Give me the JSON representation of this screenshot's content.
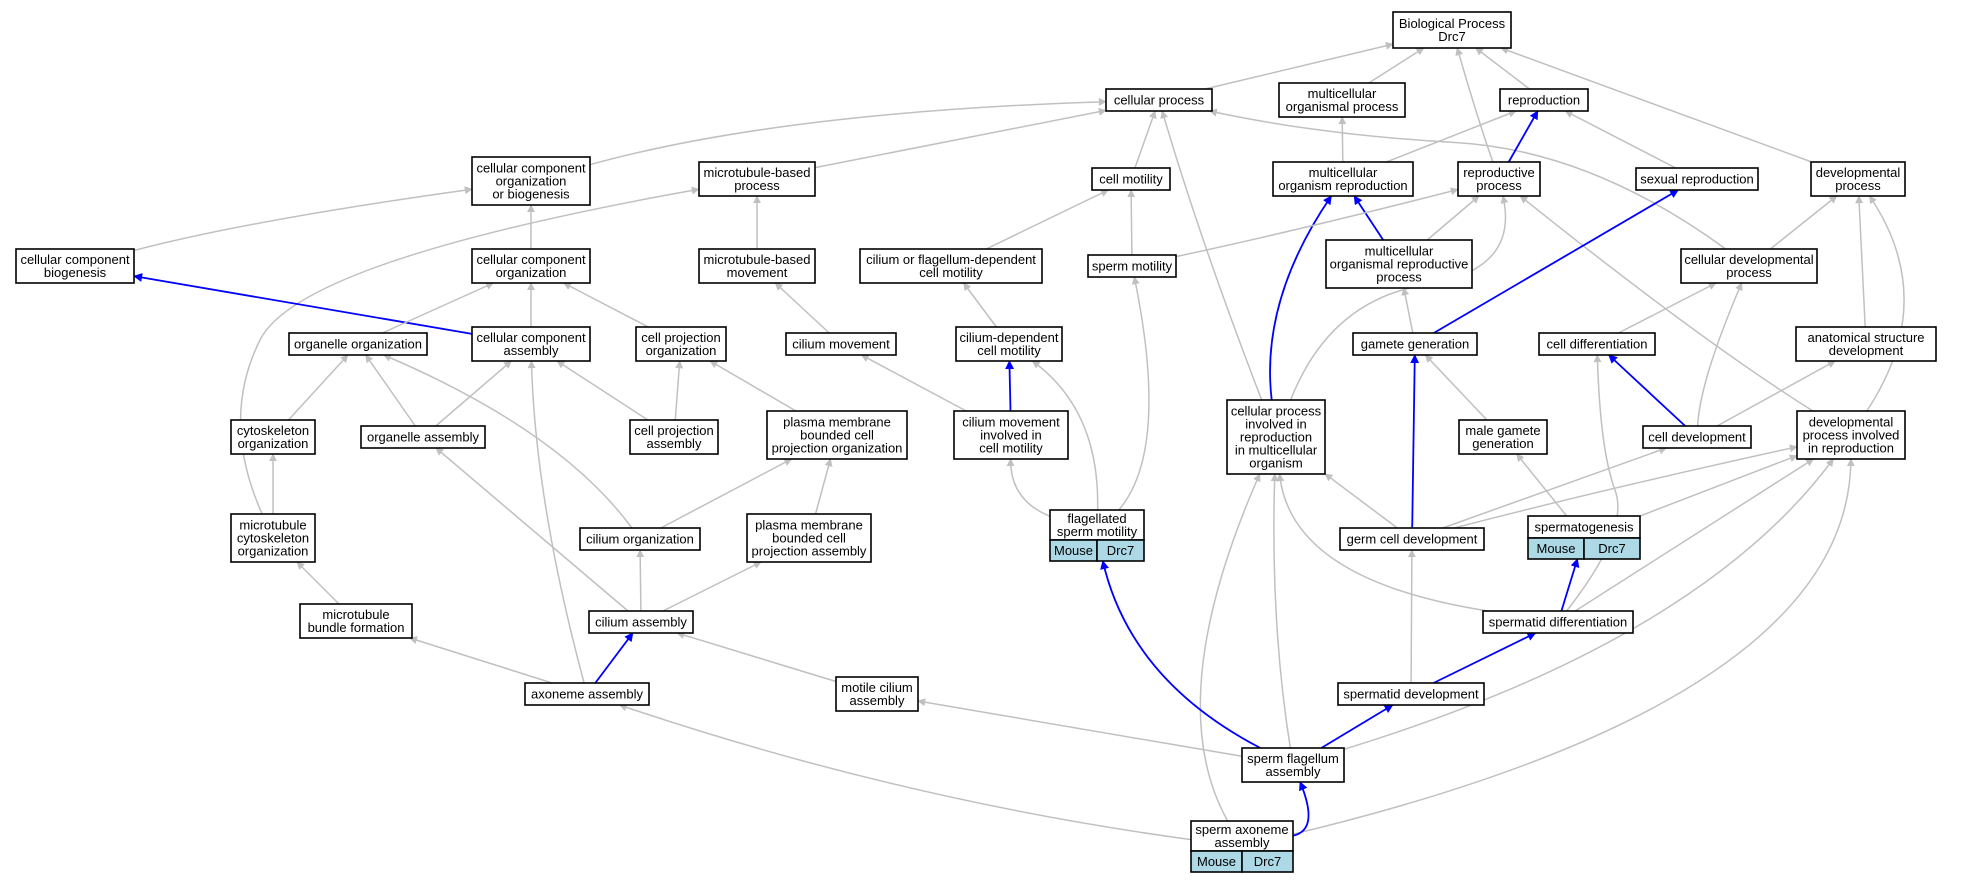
{
  "nodes": {
    "bp": [
      "Biological Process",
      "Drc7"
    ],
    "cellular_process": [
      "cellular process"
    ],
    "multicellular_org_process": [
      "multicellular",
      "organismal process"
    ],
    "reproduction": [
      "reproduction"
    ],
    "ccob": [
      "cellular component",
      "organization",
      "or biogenesis"
    ],
    "mt_process": [
      "microtubule-based",
      "process"
    ],
    "cell_motility": [
      "cell motility"
    ],
    "mc_org_repro": [
      "multicellular",
      "organism reproduction"
    ],
    "repro_process": [
      "reproductive",
      "process"
    ],
    "sexual_repro": [
      "sexual reproduction"
    ],
    "dev_process": [
      "developmental",
      "process"
    ],
    "cc_biogenesis": [
      "cellular component",
      "biogenesis"
    ],
    "cc_org": [
      "cellular component",
      "organization"
    ],
    "mt_movement": [
      "microtubule-based",
      "movement"
    ],
    "cilium_flag_motility": [
      "cilium or flagellum-dependent",
      "cell motility"
    ],
    "sperm_motility": [
      "sperm motility"
    ],
    "mc_org_repro_process": [
      "multicellular",
      "organismal reproductive",
      "process"
    ],
    "cell_dev_process": [
      "cellular developmental",
      "process"
    ],
    "organelle_org": [
      "organelle organization"
    ],
    "cc_assembly": [
      "cellular component",
      "assembly"
    ],
    "cell_proj_org": [
      "cell projection",
      "organization"
    ],
    "cilium_movement": [
      "cilium movement"
    ],
    "cilium_dep_motility": [
      "cilium-dependent",
      "cell motility"
    ],
    "gamete_gen": [
      "gamete generation"
    ],
    "cell_diff": [
      "cell differentiation"
    ],
    "anat_struct_dev": [
      "anatomical structure",
      "development"
    ],
    "cytoskel_org": [
      "cytoskeleton",
      "organization"
    ],
    "organelle_assembly": [
      "organelle assembly"
    ],
    "cell_proj_assembly": [
      "cell projection",
      "assembly"
    ],
    "pm_proj_org": [
      "plasma membrane",
      "bounded cell",
      "projection organization"
    ],
    "cilium_mov_motility": [
      "cilium movement",
      "involved in",
      "cell motility"
    ],
    "cp_repro": [
      "cellular process",
      "involved in",
      "reproduction",
      "in multicellular",
      "organism"
    ],
    "male_gamete": [
      "male gamete",
      "generation"
    ],
    "cell_dev": [
      "cell development"
    ],
    "dev_repro": [
      "developmental",
      "process involved",
      "in reproduction"
    ],
    "mt_cytoskel_org": [
      "microtubule",
      "cytoskeleton",
      "organization"
    ],
    "cilium_org": [
      "cilium organization"
    ],
    "pm_proj_assembly": [
      "plasma membrane",
      "bounded cell",
      "projection assembly"
    ],
    "flag_sperm_motility": [
      "flagellated",
      "sperm motility"
    ],
    "germ_cell_dev": [
      "germ cell development"
    ],
    "spermatogenesis": [
      "spermatogenesis"
    ],
    "mt_bundle": [
      "microtubule",
      "bundle formation"
    ],
    "cilium_assembly": [
      "cilium assembly"
    ],
    "spermatid_diff": [
      "spermatid differentiation"
    ],
    "axoneme_assembly": [
      "axoneme assembly"
    ],
    "motile_cilium": [
      "motile cilium",
      "assembly"
    ],
    "spermatid_dev": [
      "spermatid development"
    ],
    "sperm_flag_assembly": [
      "sperm flagellum",
      "assembly"
    ],
    "sperm_axoneme": [
      "sperm axoneme",
      "assembly"
    ]
  },
  "annotations": {
    "flag_sperm_motility": [
      "Mouse",
      "Drc7"
    ],
    "spermatogenesis": [
      "Mouse",
      "Drc7"
    ],
    "sperm_axoneme": [
      "Mouse",
      "Drc7"
    ]
  },
  "colors": {
    "gray_edge": "#c0c0c0",
    "blue_edge": "#0000ff",
    "annotation_fill": "#add8e6"
  }
}
